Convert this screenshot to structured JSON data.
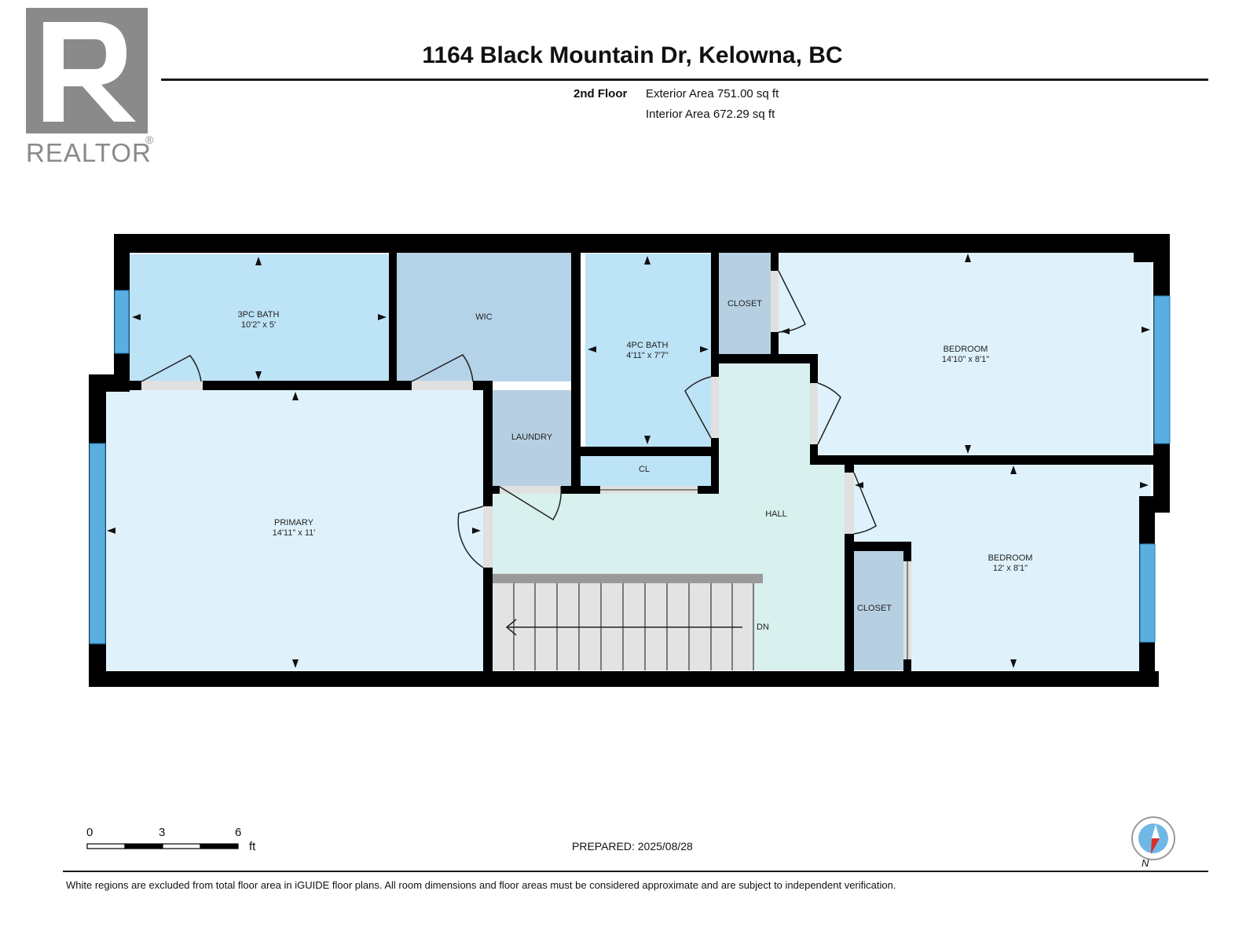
{
  "logo": {
    "wordmark": "REALTOR",
    "registered": "®"
  },
  "header": {
    "address": "1164 Black Mountain Dr, Kelowna, BC",
    "floor": "2nd Floor",
    "exterior_area": "Exterior Area 751.00 sq ft",
    "interior_area": "Interior Area 672.29 sq ft"
  },
  "rooms": {
    "bath3": {
      "name": "3PC BATH",
      "dims": "10'2\" x 5'"
    },
    "wic": {
      "name": "WIC"
    },
    "bath4": {
      "name": "4PC BATH",
      "dims": "4'11\" x 7'7\""
    },
    "closet1": {
      "name": "CLOSET"
    },
    "bedroom1": {
      "name": "BEDROOM",
      "dims": "14'10\" x 8'1\""
    },
    "laundry": {
      "name": "LAUNDRY"
    },
    "cl": {
      "name": "CL"
    },
    "primary": {
      "name": "PRIMARY",
      "dims": "14'11\" x 11'"
    },
    "hall": {
      "name": "HALL"
    },
    "stairs": {
      "name": "DN"
    },
    "closet2": {
      "name": "CLOSET"
    },
    "bedroom2": {
      "name": "BEDROOM",
      "dims": "12' x 8'1\""
    }
  },
  "scale_bar": {
    "ticks": [
      "0",
      "3",
      "6"
    ],
    "unit": "ft"
  },
  "prepared": "PREPARED: 2025/08/28",
  "compass": {
    "label": "N"
  },
  "disclaimer": "White regions are excluded from total floor area in iGUIDE floor plans. All room dimensions and floor areas must be considered approximate and are subject to independent verification.",
  "colors": {
    "room_blue": "#bde3f7",
    "room_light": "#dff2fb",
    "closet_gray": "#b6d0e2",
    "hall_green": "#d8f0ee",
    "wall": "#000000",
    "window": "#5aaee0",
    "logo_gray": "#8a8a8a"
  }
}
